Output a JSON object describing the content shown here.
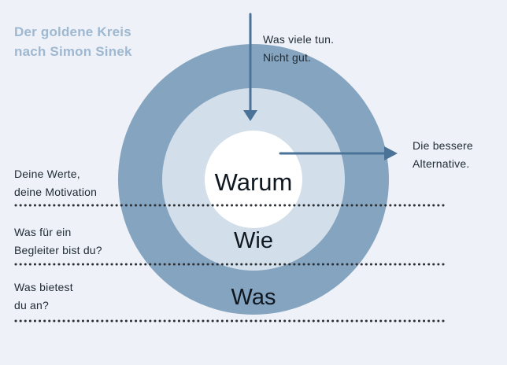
{
  "header": {
    "title": "Der goldene Kreis\nnach Simon Sinek"
  },
  "annotations": {
    "top_right": "Was viele tun.\nNicht gut.",
    "middle_right": "Die bessere\nAlternative."
  },
  "left_labels": [
    "Deine Werte,\ndeine Motivation",
    "Was für ein\nBegleiter bist du?",
    "Was bietest\ndu an?"
  ],
  "circle_words": [
    "Warum",
    "Wie",
    "Was"
  ],
  "colors": {
    "background": "#eef2f8",
    "outer_ring": "#85a4c0",
    "middle_ring": "#d2deea",
    "inner_circle": "#ffffff",
    "arrow": "#4a7397",
    "title": "#9db8d0",
    "dots": "#2b2f33"
  }
}
